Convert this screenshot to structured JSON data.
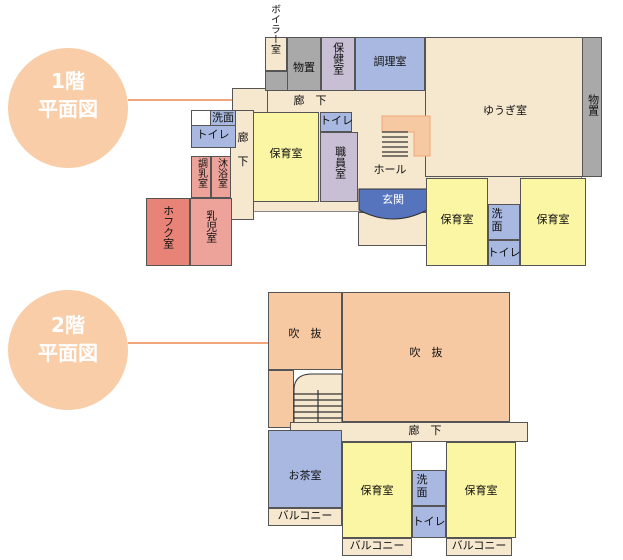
{
  "floor1": {
    "badge_line1": "1階",
    "badge_line2": "平面図",
    "boiler_room": "ボイラー室",
    "storage_top": "物置",
    "health_room": "保健室",
    "kitchen": "調理室",
    "storage_right": "物置",
    "play_room": "ゆうぎ室",
    "corridor_top": "廊　下",
    "corridor_left_1": "廊",
    "corridor_left_2": "下",
    "wash_left": "洗面",
    "toilet_left": "トイレ",
    "toilet_mid": "トイレ",
    "nursery_left": "保育室",
    "staff_room": "職員室",
    "hall": "ホール",
    "formula_room": "調乳室",
    "bath_room": "沐浴室",
    "hofuku_room": "ホフク室",
    "infant_room": "乳児室",
    "entrance": "玄関",
    "nursery_mid": "保育室",
    "wash_right": "洗面",
    "toilet_right": "トイレ",
    "nursery_right": "保育室"
  },
  "floor2": {
    "badge_line1": "2階",
    "badge_line2": "平面図",
    "void_left": "吹　抜",
    "void_right": "吹　抜",
    "corridor": "廊　下",
    "tea_room": "お茶室",
    "balcony_left": "バルコニー",
    "nursery_left": "保育室",
    "balcony_mid": "バルコニー",
    "wash": "洗面",
    "toilet": "トイレ",
    "nursery_right": "保育室",
    "balcony_right": "バルコニー"
  },
  "colors": {
    "nursery": "#fbf6a3",
    "void": "#f7c9a2",
    "corridor": "#f6e7cf",
    "service": "#a8b8e0",
    "storage": "#a9a9a9",
    "infant": "#e88378",
    "badge": "#f8cda8"
  }
}
